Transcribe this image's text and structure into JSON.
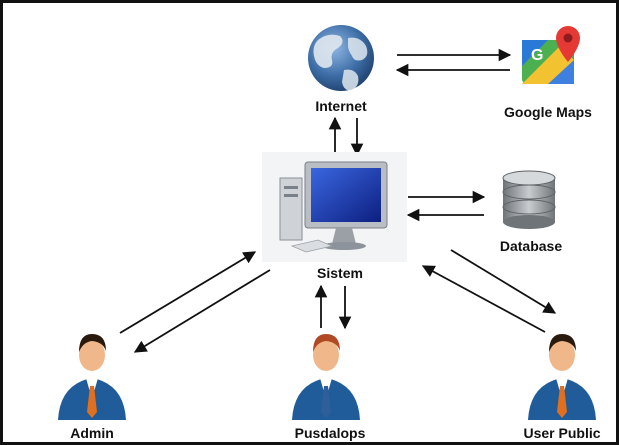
{
  "nodes": {
    "internet": {
      "label": "Internet",
      "icon": "globe-icon"
    },
    "google_maps": {
      "label": "Google Maps",
      "icon": "google-maps-icon"
    },
    "sistem": {
      "label": "Sistem",
      "icon": "computer-icon"
    },
    "database": {
      "label": "Database",
      "icon": "database-icon"
    },
    "admin": {
      "label": "Admin",
      "icon": "user-icon"
    },
    "pusdalops": {
      "label": "Pusdalops",
      "icon": "user-icon"
    },
    "user_public": {
      "label": "User Public",
      "icon": "user-icon"
    }
  },
  "connections": [
    {
      "from": "internet",
      "to": "google_maps",
      "bidirectional": true
    },
    {
      "from": "sistem",
      "to": "internet",
      "bidirectional": true
    },
    {
      "from": "sistem",
      "to": "database",
      "bidirectional": true
    },
    {
      "from": "sistem",
      "to": "admin",
      "bidirectional": true
    },
    {
      "from": "sistem",
      "to": "pusdalops",
      "bidirectional": true
    },
    {
      "from": "sistem",
      "to": "user_public",
      "bidirectional": true
    }
  ],
  "colors": {
    "border": "#111111",
    "arrow": "#111111",
    "globe": "#3d6da6",
    "suit": "#1f5c99",
    "tie_admin": "#e07020",
    "tie_pusdalops": "#2f5f9a",
    "tie_user": "#e07020",
    "database": "#8a8f94",
    "monitor_screen": "#1a3fbf"
  }
}
